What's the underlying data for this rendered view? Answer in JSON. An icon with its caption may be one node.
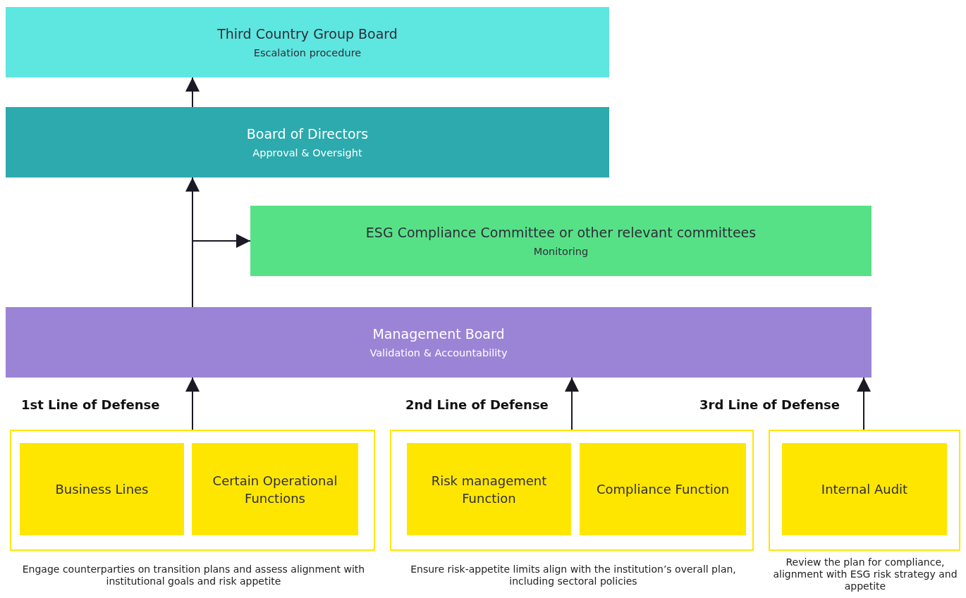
{
  "diagram": {
    "nodes": [
      {
        "text": [
          "Third Country Group Board",
          "Escalation procedure"
        ]
      },
      {
        "text": [
          "Board of Directors",
          "Approval & Oversight"
        ]
      },
      {
        "text": [
          "ESG Compliance Committee or other relevant committees",
          "Monitoring"
        ]
      },
      {
        "text": [
          "Management Board",
          "Validation & Accountability"
        ]
      },
      {
        "text": [
          "1st Line of Defense"
        ],
        "beside": [
          "Engage counterparties on transition plans and assess alignment with institutional goals and risk appetite"
        ]
      },
      {
        "text": [
          "Business Lines"
        ],
        "in": 4
      },
      {
        "text": [
          "Certain Operational Functions"
        ],
        "in": 4
      },
      {
        "text": [
          "2nd Line of Defense"
        ],
        "beside": [
          "Ensure risk-appetite limits align with the institution’s overall plan, including sectoral policies"
        ]
      },
      {
        "text": [
          "Risk management Function"
        ],
        "in": 7
      },
      {
        "text": [
          "Compliance Function"
        ],
        "in": 7
      },
      {
        "text": [
          "3rd Line of Defense"
        ],
        "beside": [
          "Review the plan for compliance, alignment with ESG risk strategy and appetite"
        ]
      },
      {
        "text": [
          "Internal Audit"
        ],
        "in": 10
      }
    ],
    "edges": [
      {
        "from": 1,
        "to": 0,
        "arrow": "to"
      },
      {
        "from": 3,
        "to": 1,
        "arrow": "to"
      },
      {
        "from": 3,
        "to": 2,
        "arrow": "to"
      },
      {
        "from": 4,
        "to": 3,
        "arrow": "to"
      },
      {
        "from": 7,
        "to": 3,
        "arrow": "to"
      },
      {
        "from": 10,
        "to": 3,
        "arrow": "to"
      }
    ]
  }
}
